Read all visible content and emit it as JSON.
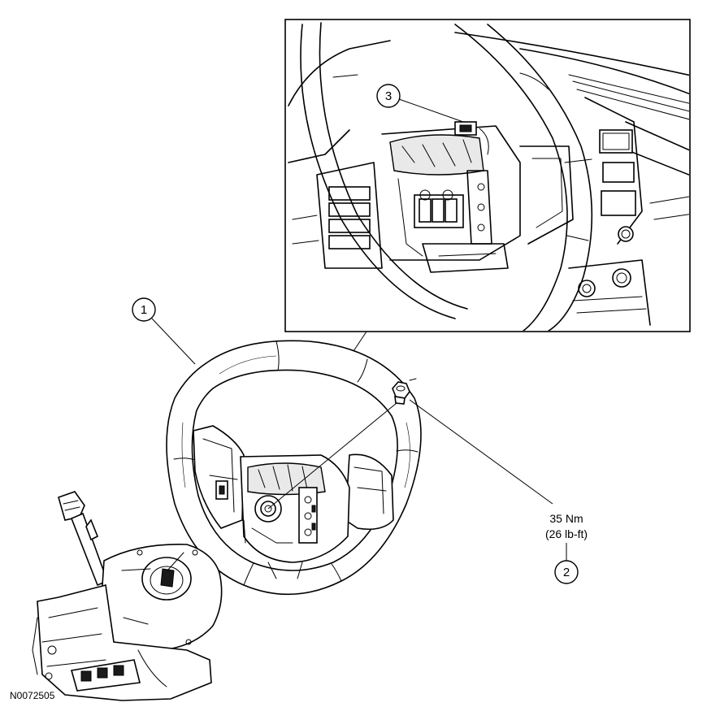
{
  "figure_id": "N0072505",
  "callouts": [
    {
      "number": "1"
    },
    {
      "number": "2"
    },
    {
      "number": "3"
    }
  ],
  "torque_spec": {
    "metric": "35 Nm",
    "imperial": "(26 lb-ft)"
  }
}
